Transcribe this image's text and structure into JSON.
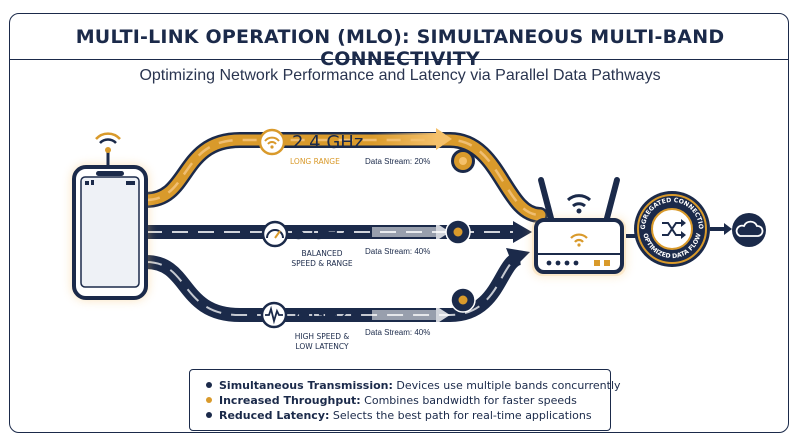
{
  "title": "MULTI-LINK OPERATION (MLO): SIMULTANEOUS MULTI-BAND CONNECTIVITY",
  "subtitle": "Optimizing Network Performance and Latency via Parallel Data Pathways",
  "bands": [
    {
      "name": "2.4 GHz",
      "sub_lines": [
        "LONG RANGE"
      ],
      "stream": "Data Stream: 20%",
      "color": "#d99a2b",
      "icon": "wifi-icon"
    },
    {
      "name": "5 GHz",
      "sub_lines": [
        "BALANCED",
        "SPEED & RANGE"
      ],
      "stream": "Data Stream: 40%",
      "color": "#1b2a4a",
      "icon": "speedometer-icon"
    },
    {
      "name": "6 GHz",
      "sub_lines": [
        "HIGH SPEED &",
        "LOW LATENCY"
      ],
      "stream": "Data Stream: 40%",
      "color": "#1b2a4a",
      "icon": "pulse-icon"
    }
  ],
  "badge": {
    "top_text": "AGGREGATED CONNECTION",
    "bottom_text": "OPTIMIZED DATA FLOW",
    "icon": "shuffle-icon"
  },
  "cloud_icon": "cloud-icon",
  "legend": [
    {
      "bold": "Simultaneous Transmission:",
      "text": " Devices use multiple bands concurrently",
      "color": "#1b2a4a"
    },
    {
      "bold": "Increased Throughput:",
      "text": " Combines bandwidth for faster speeds",
      "color": "#d99a2b"
    },
    {
      "bold": "Reduced Latency:",
      "text": " Selects the best path for real-time applications",
      "color": "#1b2a4a"
    }
  ],
  "colors": {
    "navy": "#1b2a4a",
    "orange": "#d99a2b",
    "glow": "#f4c06a"
  }
}
